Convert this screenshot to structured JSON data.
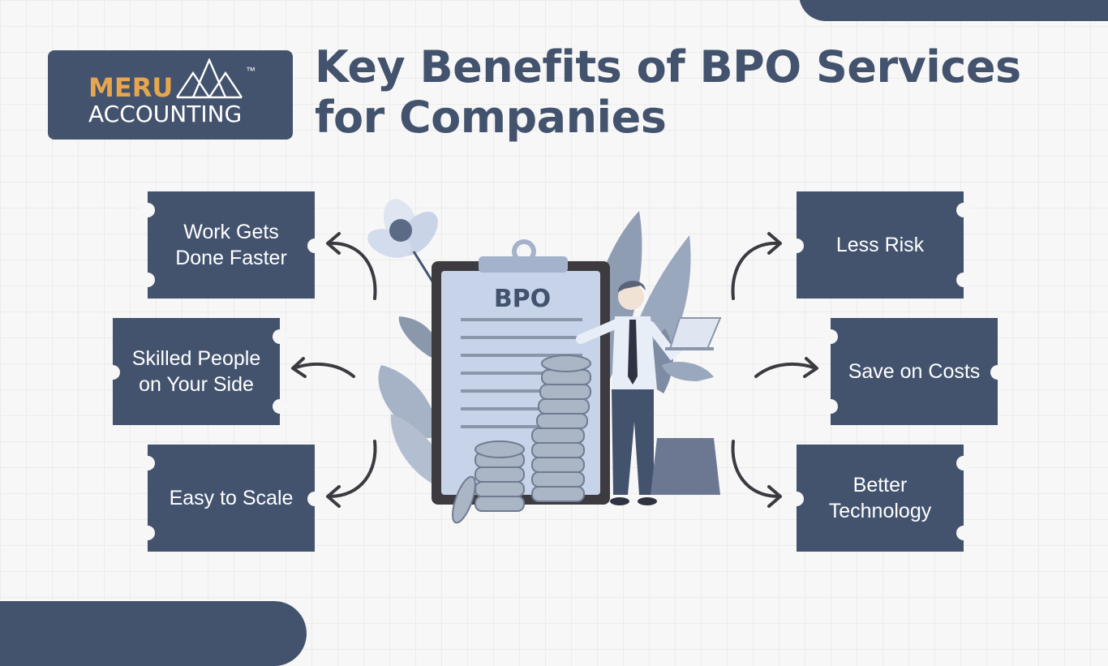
{
  "logo": {
    "brand_line1": "MERU",
    "brand_line2": "ACCOUNTING",
    "trademark": "™",
    "icon": "mountain-logo-icon"
  },
  "title": "Key Benefits of BPO Services for Companies",
  "illustration": {
    "clipboard_label": "BPO",
    "icons": [
      "clipboard-icon",
      "businessman-icon",
      "coin-stack-icon",
      "leaf-icon",
      "flower-icon",
      "laptop-icon"
    ]
  },
  "benefits": {
    "left": [
      "Work Gets Done Faster",
      "Skilled People on Your Side",
      "Easy to Scale"
    ],
    "right": [
      "Less Risk",
      "Save on Costs",
      "Better Technology"
    ]
  },
  "colors": {
    "primary": "#43536e",
    "accent": "#e7a64d",
    "background": "#f7f7f7",
    "arrow": "#3c3a40"
  }
}
